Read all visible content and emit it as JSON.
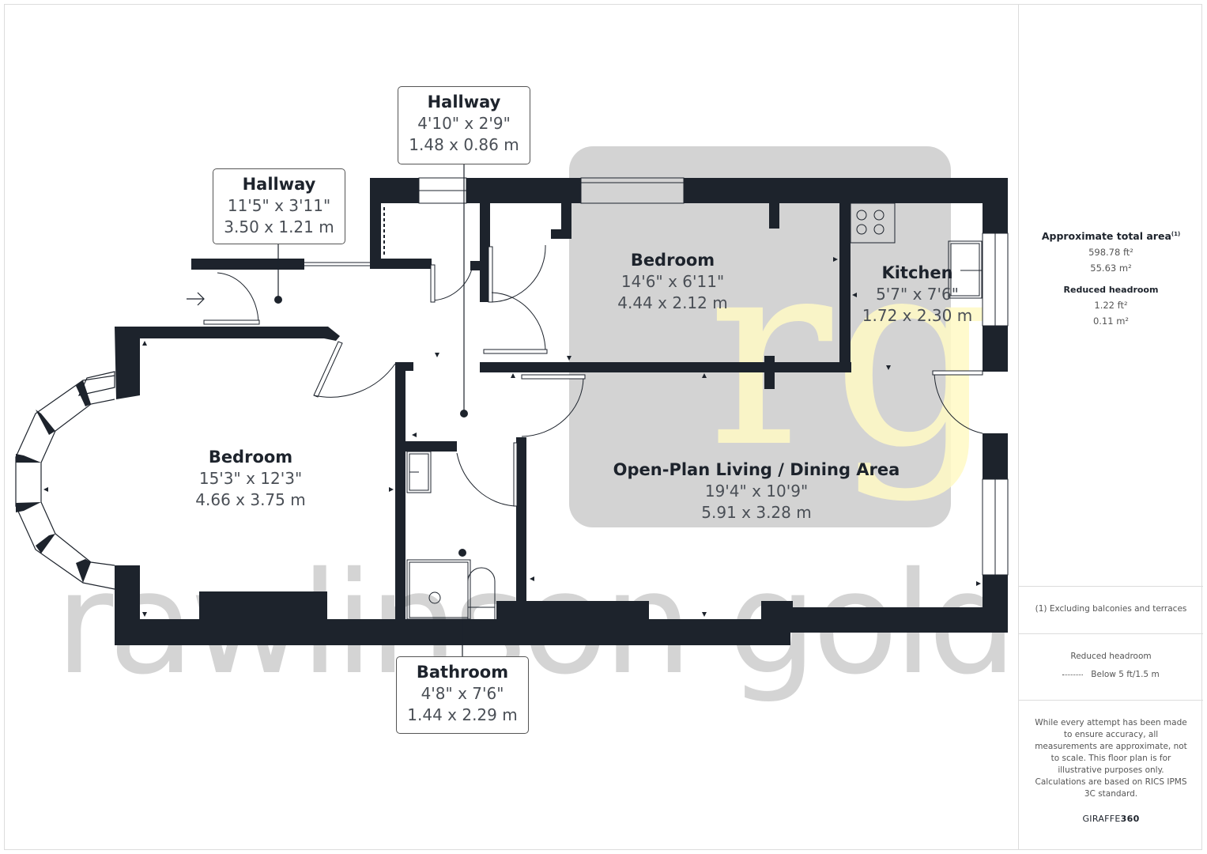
{
  "plan": {
    "rooms": [
      {
        "id": "hallway-1",
        "name": "Hallway",
        "imperial": "11'5\" x 3'11\"",
        "metric": "3.50 x 1.21 m"
      },
      {
        "id": "hallway-2",
        "name": "Hallway",
        "imperial": "4'10\" x 2'9\"",
        "metric": "1.48 x 0.86 m"
      },
      {
        "id": "bedroom-1",
        "name": "Bedroom",
        "imperial": "14'6\" x 6'11\"",
        "metric": "4.44 x 2.12 m"
      },
      {
        "id": "kitchen",
        "name": "Kitchen",
        "imperial": "5'7\" x 7'6\"",
        "metric": "1.72 x 2.30 m"
      },
      {
        "id": "bedroom-2",
        "name": "Bedroom",
        "imperial": "15'3\" x 12'3\"",
        "metric": "4.66 x 3.75 m"
      },
      {
        "id": "living",
        "name": "Open-Plan Living / Dining Area",
        "imperial": "19'4\" x 10'9\"",
        "metric": "5.91 x 3.28 m"
      },
      {
        "id": "bathroom",
        "name": "Bathroom",
        "imperial": "4'8\" x 7'6\"",
        "metric": "1.44 x 2.29 m"
      }
    ],
    "watermark": {
      "logo": "rg",
      "text": "rawlinson gold",
      "logo_color": "#fff9c4",
      "text_color": "#cccccc"
    },
    "colors": {
      "wall": "#1d232c",
      "highlight_bg": "#d3d3d3"
    }
  },
  "sidebar": {
    "total_area_title": "Approximate total area",
    "total_area_note_marker": "(1)",
    "total_area_ft": "598.78 ft²",
    "total_area_m": "55.63 m²",
    "reduced_headroom_title": "Reduced headroom",
    "reduced_headroom_ft": "1.22 ft²",
    "reduced_headroom_m": "0.11 m²",
    "footnote": "(1) Excluding balconies and terraces",
    "legend_title": "Reduced headroom",
    "legend_text": "Below 5 ft/1.5 m",
    "disclaimer": "While every attempt has been made to ensure accuracy, all measurements are approximate, not to scale. This floor plan is for illustrative purposes only.",
    "calc_note": "Calculations are based on RICS IPMS 3C standard.",
    "brand_light": "GIRAFFE",
    "brand_bold": "360"
  }
}
